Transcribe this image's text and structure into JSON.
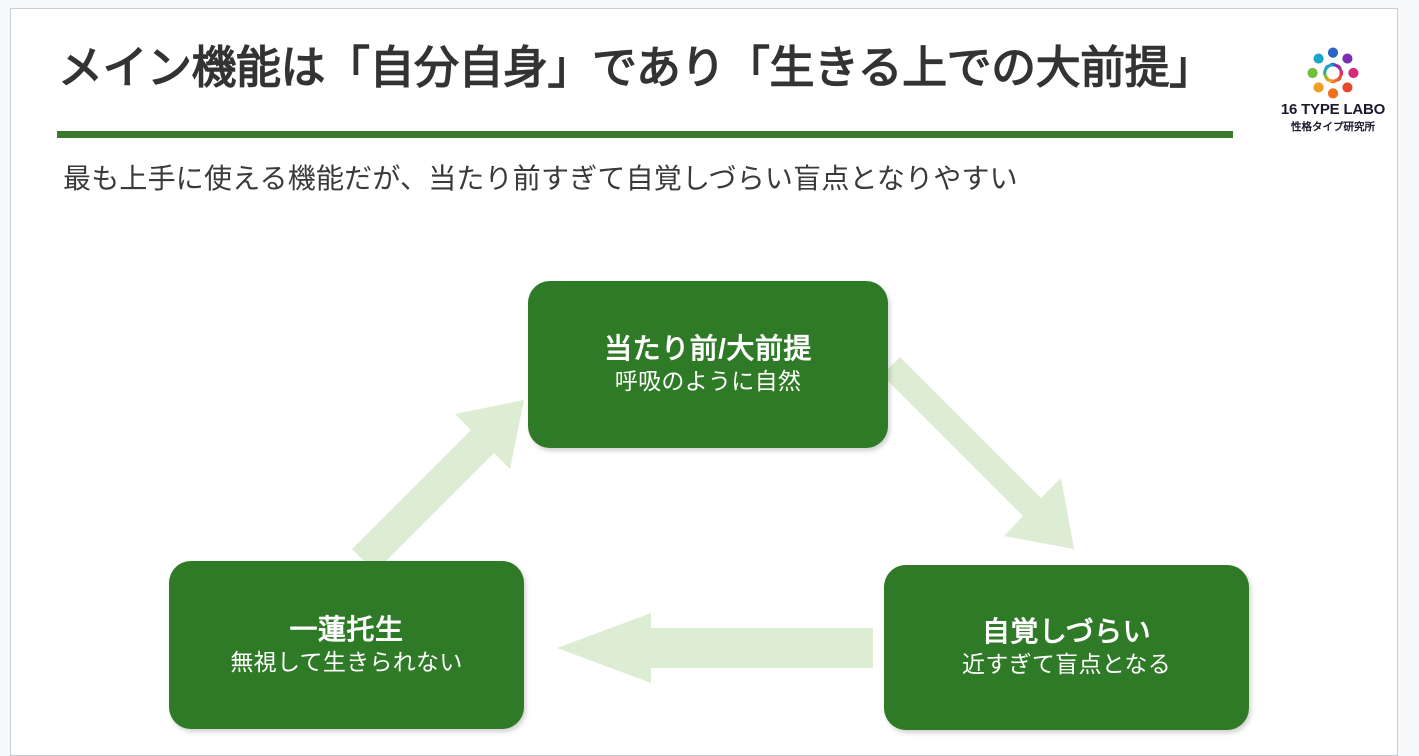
{
  "header": {
    "title": "メイン機能は「自分自身」であり「生きる上での大前提」",
    "subtitle": "最も上手に使える機能だが、当たり前すぎて自覚しづらい盲点となりやすい",
    "rule_color": "#3b7a2e",
    "title_color": "#333333"
  },
  "logo": {
    "name": "16 TYPE LABO",
    "tagline": "性格タイプ研究所",
    "mark_icon": "people-circle-icon",
    "mark_colors": [
      "#e8472c",
      "#f0a020",
      "#6fbf3a",
      "#21a06b",
      "#1fa5c8",
      "#2a63c0",
      "#7b2fb5",
      "#d62a7a"
    ]
  },
  "diagram": {
    "type": "cycle",
    "node_color": "#2f7a26",
    "arrow_color": "#dcedd3",
    "nodes": [
      {
        "id": "top",
        "title": "当たり前/大前提",
        "subtitle": "呼吸のように自然"
      },
      {
        "id": "right",
        "title": "自覚しづらい",
        "subtitle": "近すぎて盲点となる"
      },
      {
        "id": "left",
        "title": "一蓮托生",
        "subtitle": "無視して生きられない"
      }
    ],
    "edges": [
      {
        "from": "top",
        "to": "right",
        "direction": "down-right"
      },
      {
        "from": "right",
        "to": "left",
        "direction": "left"
      },
      {
        "from": "left",
        "to": "top",
        "direction": "up-right"
      }
    ]
  }
}
